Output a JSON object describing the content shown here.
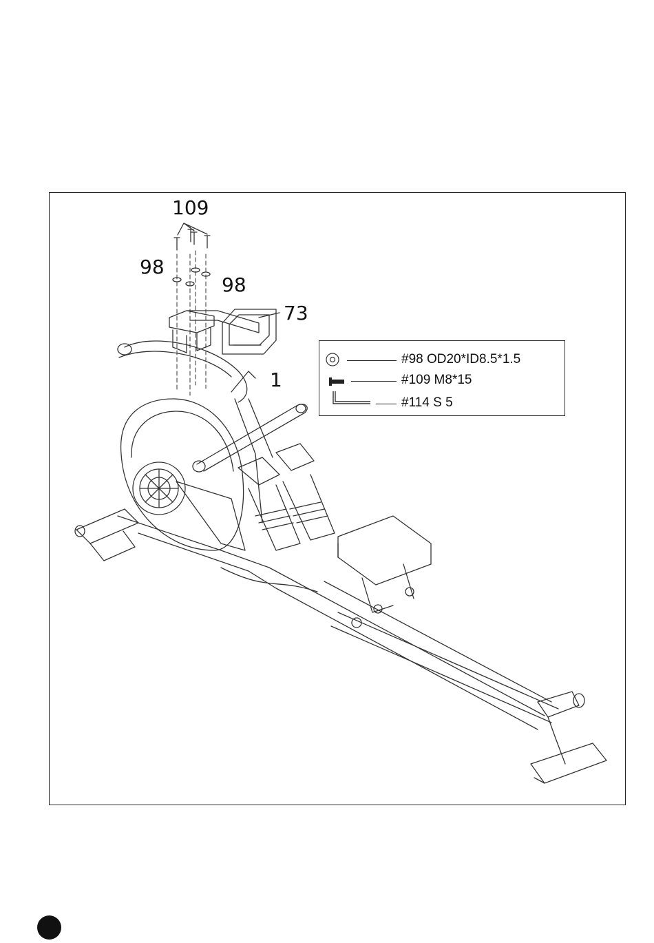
{
  "callouts": {
    "c109": "109",
    "c98_left": "98",
    "c98_right": "98",
    "c73": "73",
    "c1": "1"
  },
  "legend": {
    "items": [
      {
        "icon": "washer-icon",
        "label": "#98 OD20*ID8.5*1.5"
      },
      {
        "icon": "bolt-icon",
        "label": "#109 M8*15"
      },
      {
        "icon": "allen-key-icon",
        "label": "#114 S 5"
      }
    ]
  },
  "colors": {
    "line": "#222222",
    "page_marker": "#111111"
  }
}
